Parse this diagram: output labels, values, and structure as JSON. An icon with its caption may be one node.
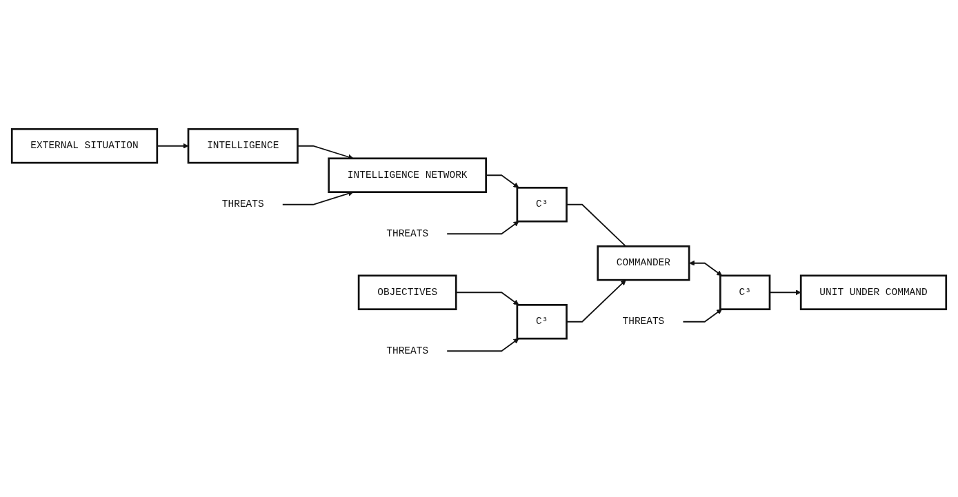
{
  "diagram": {
    "nodes": [
      {
        "text": [
          "EXTERNAL SITUATION"
        ]
      },
      {
        "text": [
          "INTELLIGENCE"
        ]
      },
      {
        "text": [
          "INTELLIGENCE NETWORK"
        ]
      },
      {
        "text": [
          "C³"
        ]
      },
      {
        "text": [
          "THREATS"
        ]
      },
      {
        "text": [
          "THREATS"
        ]
      },
      {
        "text": [
          "COMMANDER"
        ]
      },
      {
        "text": [
          "C³"
        ]
      },
      {
        "text": [
          "UNIT UNDER COMMAND"
        ]
      },
      {
        "text": [
          "THREATS"
        ]
      },
      {
        "text": [
          "OBJECTIVES"
        ]
      },
      {
        "text": [
          "C³"
        ]
      },
      {
        "text": [
          "THREATS"
        ]
      }
    ],
    "edges": [
      {
        "from": 0,
        "to": 1,
        "arrow": "to"
      },
      {
        "from": 1,
        "to": 2,
        "arrow": "to"
      },
      {
        "from": 2,
        "to": 3,
        "arrow": "to"
      },
      {
        "from": 4,
        "to": 2,
        "arrow": "to"
      },
      {
        "from": 5,
        "to": 3,
        "arrow": "to"
      },
      {
        "from": 3,
        "to": 6,
        "arrow": "none"
      },
      {
        "from": 6,
        "to": 7,
        "arrow": "both"
      },
      {
        "from": 7,
        "to": 8,
        "arrow": "to"
      },
      {
        "from": 9,
        "to": 7,
        "arrow": "to"
      },
      {
        "from": 10,
        "to": 11,
        "arrow": "to"
      },
      {
        "from": 12,
        "to": 11,
        "arrow": "to"
      },
      {
        "from": 11,
        "to": 6,
        "arrow": "to"
      }
    ]
  }
}
